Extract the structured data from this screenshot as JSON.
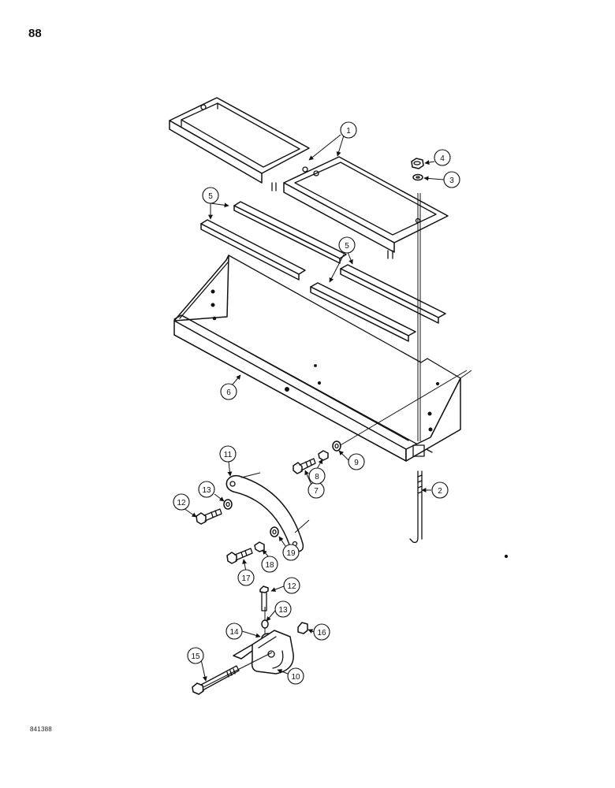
{
  "page": {
    "number": "88",
    "drawing_code": "841388"
  },
  "callouts": [
    {
      "id": "c1",
      "label": "1"
    },
    {
      "id": "c2",
      "label": "2"
    },
    {
      "id": "c3",
      "label": "3"
    },
    {
      "id": "c4",
      "label": "4"
    },
    {
      "id": "c5a",
      "label": "5"
    },
    {
      "id": "c5b",
      "label": "5"
    },
    {
      "id": "c6",
      "label": "6"
    },
    {
      "id": "c7",
      "label": "7"
    },
    {
      "id": "c8",
      "label": "8"
    },
    {
      "id": "c9",
      "label": "9"
    },
    {
      "id": "c10",
      "label": "10"
    },
    {
      "id": "c11",
      "label": "11"
    },
    {
      "id": "c12a",
      "label": "12"
    },
    {
      "id": "c12b",
      "label": "12"
    },
    {
      "id": "c13a",
      "label": "13"
    },
    {
      "id": "c13b",
      "label": "13"
    },
    {
      "id": "c14",
      "label": "14"
    },
    {
      "id": "c15",
      "label": "15"
    },
    {
      "id": "c16",
      "label": "16"
    },
    {
      "id": "c17",
      "label": "17"
    },
    {
      "id": "c18",
      "label": "18"
    },
    {
      "id": "c19",
      "label": "19"
    }
  ]
}
